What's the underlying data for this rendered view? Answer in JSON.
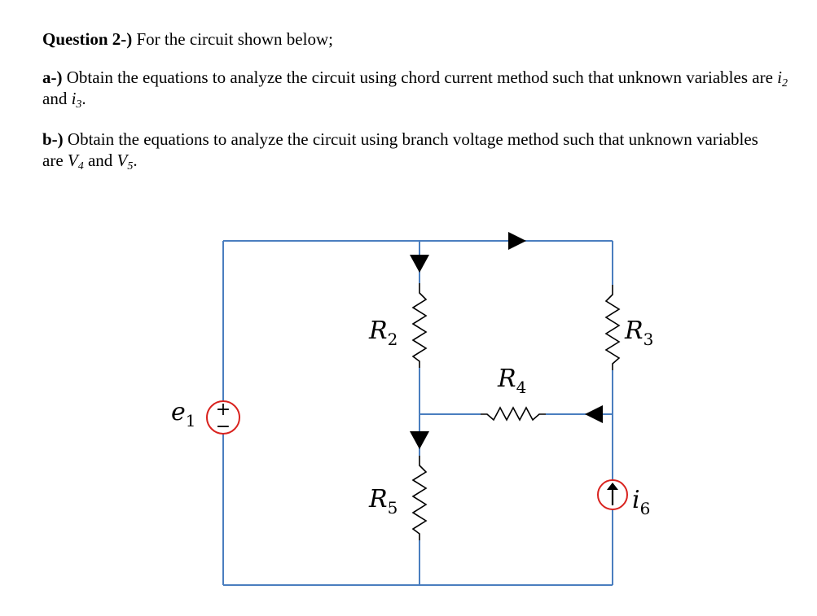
{
  "question": {
    "title_bold": "Question 2-)",
    "title_text": " For the circuit shown below;",
    "a_bold": "a-)",
    "a_text": " Obtain the equations to analyze the circuit using chord current method such that unknown variables are ",
    "a_var1": "i",
    "a_var1_sub": "2",
    "a_mid": " and ",
    "a_var2": "i",
    "a_var2_sub": "3",
    "a_end": ".",
    "b_bold": "b-)",
    "b_text": " Obtain the equations to analyze the circuit using branch voltage method such that unknown variables are ",
    "b_var1": "V",
    "b_var1_sub": "4",
    "b_mid": " and ",
    "b_var2": "V",
    "b_var2_sub": "5",
    "b_end": "."
  },
  "circuit": {
    "wire_color": "#4a7ebf",
    "source_ring_color": "#d9231f",
    "labels": {
      "R2": {
        "main": "R",
        "sub": "2"
      },
      "R3": {
        "main": "R",
        "sub": "3"
      },
      "R4": {
        "main": "R",
        "sub": "4"
      },
      "R5": {
        "main": "R",
        "sub": "5"
      },
      "e1": {
        "main": "e",
        "sub": "1"
      },
      "i6": {
        "main": "i",
        "sub": "6"
      }
    },
    "source_e1": {
      "plus": "+",
      "minus": "−"
    },
    "source_i6": {
      "arrow": "↑"
    }
  }
}
